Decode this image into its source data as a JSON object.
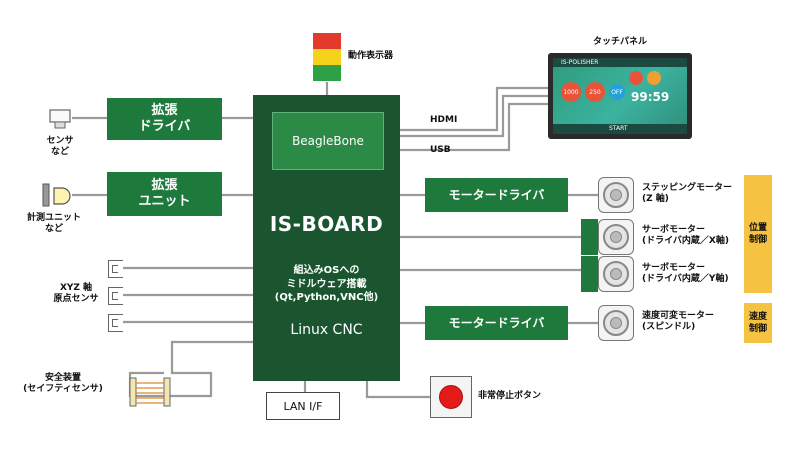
{
  "board": {
    "title": "IS-BOARD",
    "beaglebone": "BeagleBone",
    "middleware": "組込みOSへの\nミドルウェア搭載\n(Qt,Python,VNC他)",
    "cnc": "Linux CNC"
  },
  "left": {
    "expansion_driver": "拡張\nドライバ",
    "expansion_unit": "拡張\nユニット",
    "sensor": "センサ\nなど",
    "measure_unit": "計測ユニット\nなど",
    "xyz_sensor": "XYZ 軸\n原点センサ",
    "safety": "安全装置\n(セイフティセンサ)"
  },
  "top": {
    "signal_tower": "動作表示器",
    "touch_panel": "タッチパネル",
    "hdmi": "HDMI",
    "usb": "USB"
  },
  "screen": {
    "brand": "IS-POLISHER",
    "val1": "1000",
    "val2": "250",
    "off": "OFF",
    "time": "99:59",
    "start": "START"
  },
  "right": {
    "motor_driver_top": "モータードライバ",
    "motor_driver_bottom": "モータードライバ",
    "stepping": "ステッピングモーター\n(Z 軸)",
    "servo_x": "サーボモーター\n(ドライバ内蔵／X軸)",
    "servo_y": "サーボモーター\n(ドライバ内蔵／Y軸)",
    "spindle": "速度可変モーター\n(スピンドル)",
    "position_control": "位置\n制御",
    "speed_control": "速度\n制御"
  },
  "bottom": {
    "lan": "LAN I/F",
    "estop": "非常停止ボタン"
  }
}
